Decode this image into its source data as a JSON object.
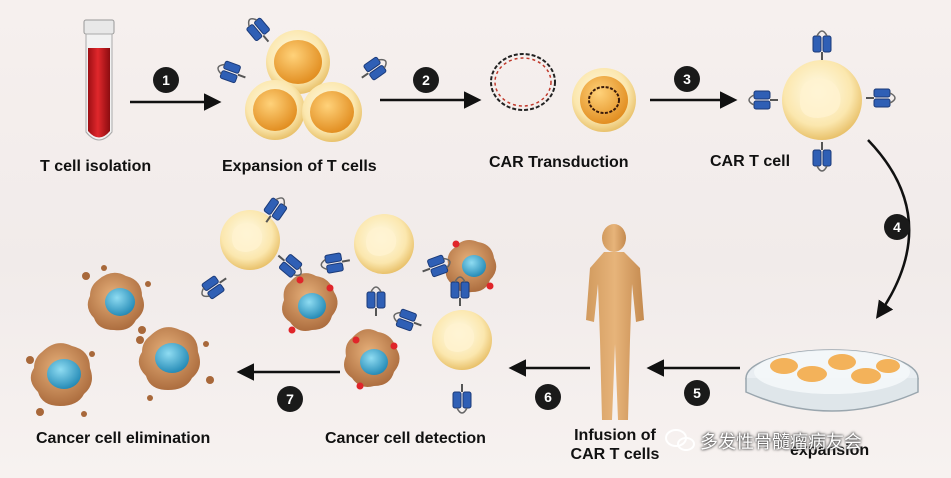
{
  "labels": {
    "t_cell_isolation": "T cell isolation",
    "expansion_t_cells": "Expansion of T cells",
    "car_transduction": "CAR Transduction",
    "car_t_cell": "CAR T cell",
    "expansion_line2": "expansion",
    "infusion_line1": "Infusion of",
    "infusion_line2": "CAR T cells",
    "cancer_detection": "Cancer cell detection",
    "cancer_elimination": "Cancer cell elimination"
  },
  "steps": [
    "1",
    "2",
    "3",
    "4",
    "5",
    "6",
    "7"
  ],
  "watermark": "多发性骨髓瘤病友会",
  "colors": {
    "background": "#f6f0ee",
    "t_cell_fill": "#f9e3a6",
    "t_cell_nucleus": "#f0a83a",
    "receptor_blue": "#2f5fb5",
    "cancer_cell": "#c98a52",
    "cancer_nucleus": "#3aa7cc",
    "blood": "#c4161c",
    "step_badge": "#1a1a1a"
  }
}
